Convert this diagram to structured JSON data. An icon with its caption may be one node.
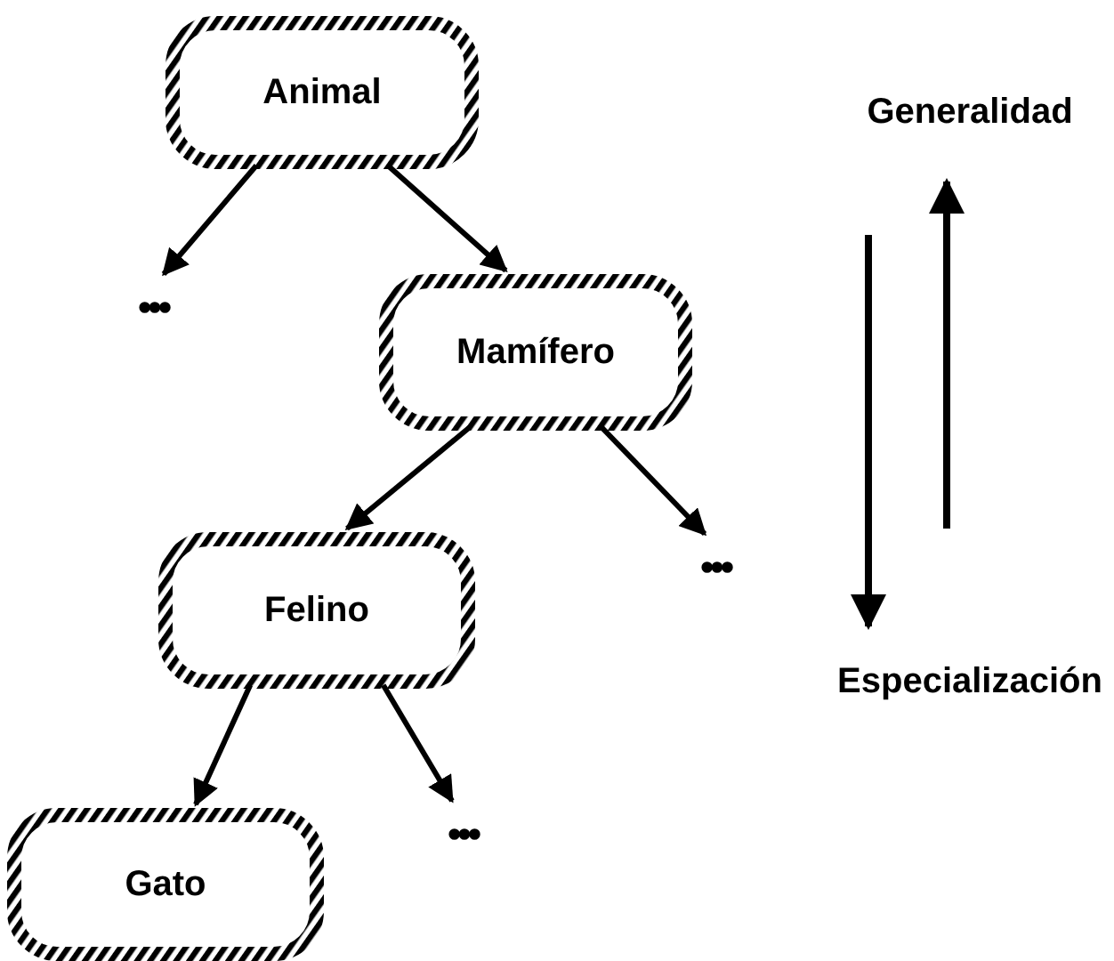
{
  "diagram": {
    "nodes": [
      {
        "text": [
          "Animal"
        ]
      },
      {
        "text": [
          "•••"
        ]
      },
      {
        "text": [
          "Mamífero"
        ]
      },
      {
        "text": [
          "•••"
        ]
      },
      {
        "text": [
          "Felino"
        ]
      },
      {
        "text": [
          "•••"
        ]
      },
      {
        "text": [
          "Gato"
        ]
      }
    ],
    "edges": [
      {
        "from": 0,
        "to": 1,
        "arrow": "to"
      },
      {
        "from": 0,
        "to": 2,
        "arrow": "to"
      },
      {
        "from": 2,
        "to": 4,
        "arrow": "to"
      },
      {
        "from": 2,
        "to": 3,
        "arrow": "to"
      },
      {
        "from": 4,
        "to": 6,
        "arrow": "to"
      },
      {
        "from": 4,
        "to": 5,
        "arrow": "to"
      }
    ],
    "labels": [
      "Generalidad",
      "Especialización"
    ]
  }
}
